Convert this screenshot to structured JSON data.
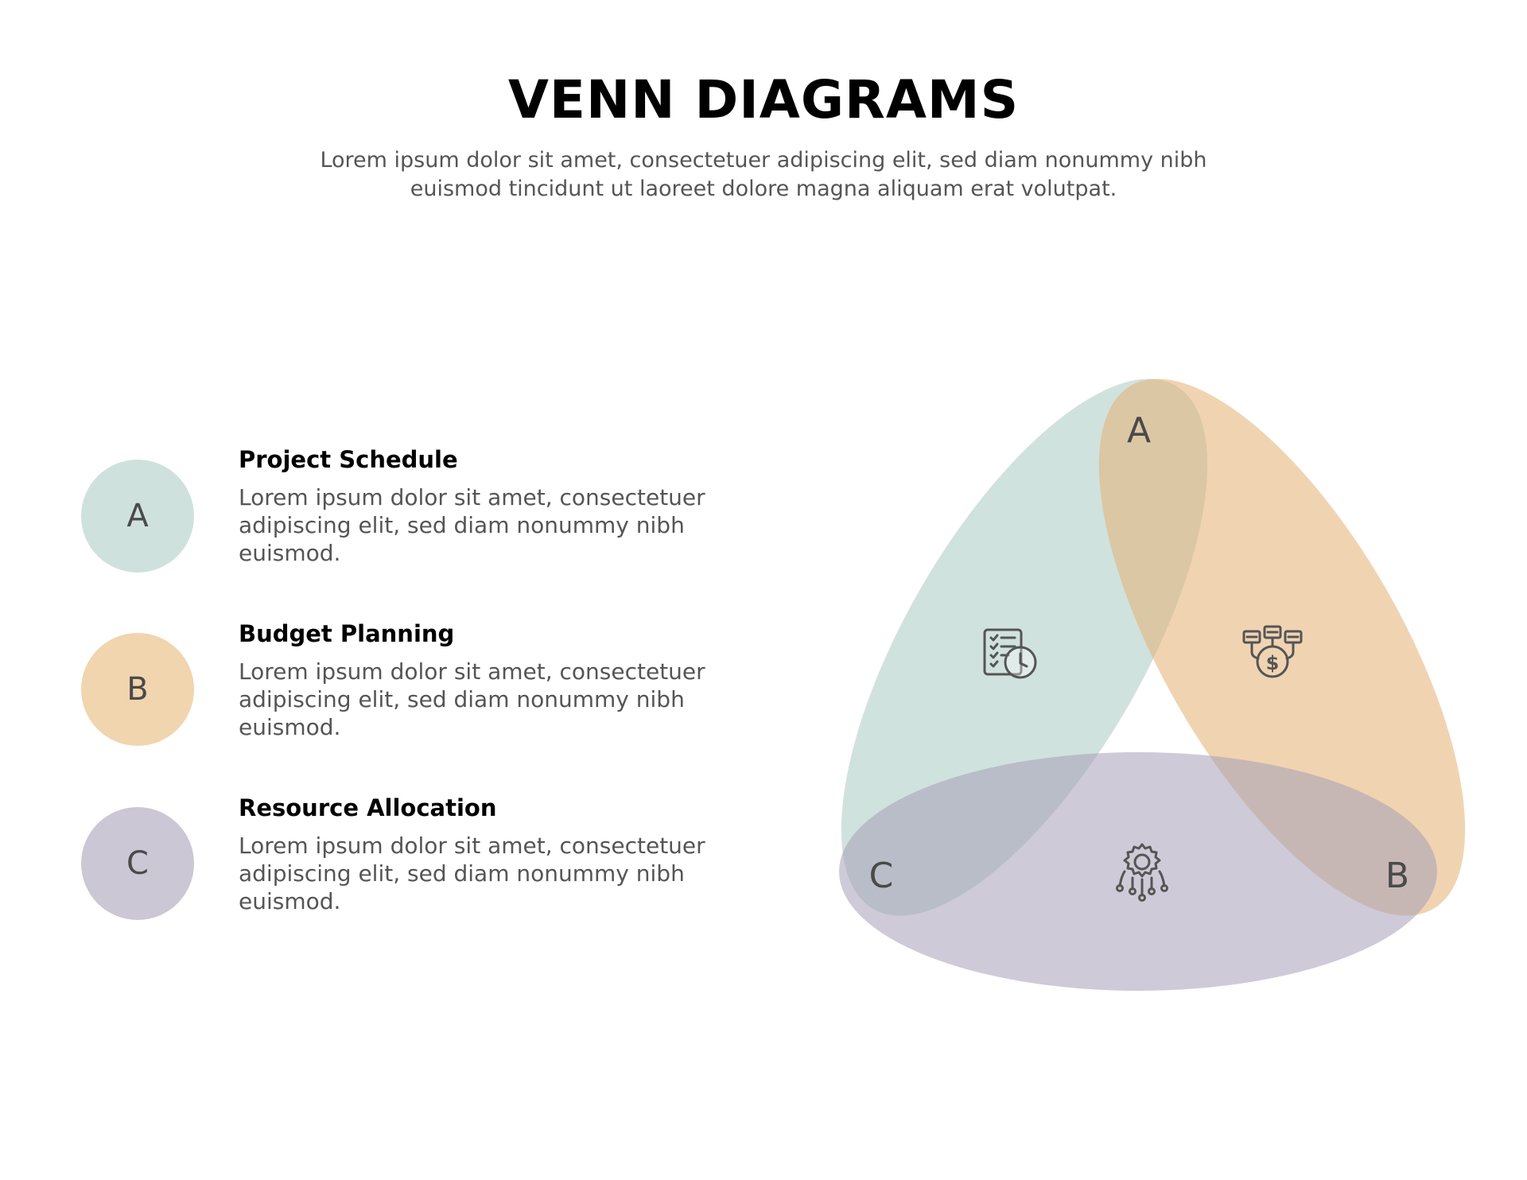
{
  "header": {
    "title": "VENN DIAGRAMS",
    "subtitle_line1": "Lorem ipsum dolor sit amet, consectetuer adipiscing elit, sed diam nonummy nibh",
    "subtitle_line2": "euismod tincidunt ut laoreet dolore magna aliquam erat volutpat."
  },
  "legend": [
    {
      "letter": "A",
      "title": "Project Schedule",
      "line1": "Lorem ipsum dolor sit amet, consectetuer",
      "line2": "adipiscing elit, sed diam nonummy nibh",
      "line3": "euismod.",
      "color": "#cfe1dc",
      "icon": "schedule-checklist-clock-icon"
    },
    {
      "letter": "B",
      "title": "Budget Planning",
      "line1": "Lorem ipsum dolor sit amet, consectetuer",
      "line2": "adipiscing elit, sed diam nonummy nibh",
      "line3": "euismod.",
      "color": "#f0d5ae",
      "icon": "budget-dollar-network-icon"
    },
    {
      "letter": "C",
      "title": "Resource Allocation",
      "line1": "Lorem ipsum dolor sit amet, consectetuer",
      "line2": "adipiscing elit, sed diam nonummy nibh",
      "line3": "euismod.",
      "color": "#cbc7d4",
      "icon": "gear-circuit-icon"
    }
  ],
  "venn": {
    "label_a": "A",
    "label_b": "B",
    "label_c": "C"
  }
}
